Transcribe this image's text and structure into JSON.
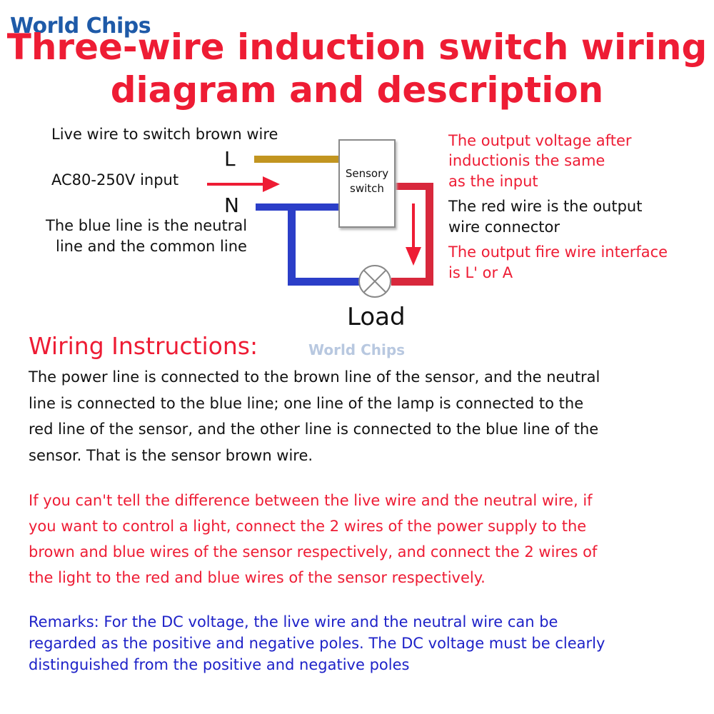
{
  "brand": {
    "logo_text": "World Chips",
    "watermark_text": "World Chips"
  },
  "title": "Three-wire induction switch wiring diagram and description",
  "diagram": {
    "live_label": "Live wire to switch brown wire",
    "l_letter": "L",
    "input_label": "AC80-250V input",
    "n_letter": "N",
    "neutral_label_line1": "The blue line is the neutral",
    "neutral_label_line2": "line and the common line",
    "switch_label_line1": "Sensory",
    "switch_label_line2": "switch",
    "load_label": "Load",
    "note1_line1": "The output voltage after",
    "note1_line2": "inductionis the same",
    "note1_line3": "as the input",
    "note2_line1": "The red wire is the output",
    "note2_line2": "wire connector",
    "note3_line1": "The output fire wire interface",
    "note3_line2": "is L' or A",
    "colors": {
      "brown": "#c29520",
      "blue": "#2b3ec8",
      "red": "#d8283c",
      "arrow": "#ee1c34"
    }
  },
  "instructions": {
    "heading": "Wiring Instructions:",
    "para1_lines": [
      "The power line is connected to the brown line of the sensor, and the neutral",
      "line is connected to the blue line; one line of the lamp is connected to the",
      "red line of the sensor, and the other line is connected to the blue line of the",
      "sensor. That is the sensor brown wire."
    ],
    "para2_lines": [
      "If you can't tell the difference between the live wire and the neutral wire, if",
      "you want to control a light, connect the 2 wires of the power supply to the",
      "brown and blue wires of the sensor respectively, and connect the 2 wires of",
      "the light to the red and blue wires of the sensor respectively."
    ],
    "para3_lines": [
      "Remarks: For the DC voltage, the live wire and the neutral wire can be",
      "regarded as the positive and negative poles. The DC voltage must be clearly",
      "distinguished from the positive and negative poles"
    ]
  }
}
